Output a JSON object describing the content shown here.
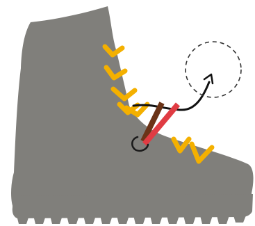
{
  "figure": {
    "subject": "boot-lacing-illustration",
    "colors": {
      "background": "#ffffff",
      "boot": "#807f7b",
      "hooks": "#f4b000",
      "lace_brown": "#6b3317",
      "lace_red": "#e03c43",
      "loop_outline": "#1a1a1a",
      "arrow": "#111111",
      "target_circle": "#333333"
    },
    "elements": {
      "boot": "boot-silhouette",
      "upper_hooks_count": 5,
      "lower_hooks_count": 2,
      "lace_ends": [
        "brown-lace-end",
        "red-lace-end"
      ],
      "lace_loop": "knot-loop",
      "arrow": "curved-arrow-pointing-up-right",
      "target": "dashed-circle"
    }
  }
}
